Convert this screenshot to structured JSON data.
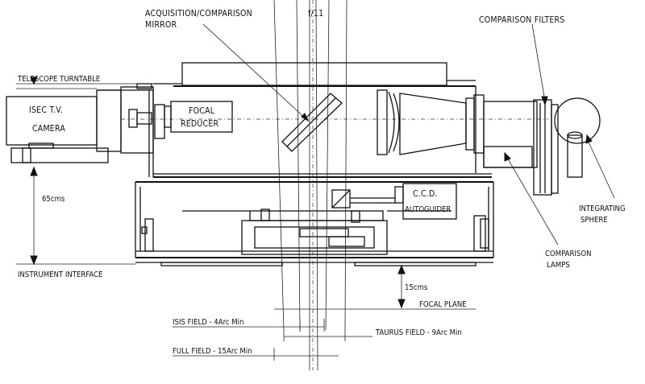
{
  "labels": {
    "acq_line1": "ACQUISITION/COMPARISON",
    "acq_line2": "MIRROR",
    "f_number": "f/11",
    "comparison_filters": "COMPARISON FILTERS",
    "telescope_turntable": "TELESCOPE TURNTABLE",
    "isec_line1": "ISEC  T.V.",
    "isec_line2": "CAMERA",
    "focal_line1": "FOCAL",
    "focal_line2": "REDUCER",
    "ccd": "C.C.D.",
    "autoguider": "AUTOGUIDER",
    "integrating_line1": "INTEGRATING",
    "integrating_line2": "SPHERE",
    "dim_65": "65cms",
    "instrument_interface": "INSTRUMENT INTERFACE",
    "comparison_line1": "COMPARISON",
    "comparison_line2": "LAMPS",
    "dim_15": "15cms",
    "focal_plane": "FOCAL PLANE",
    "isis_field": "ISIS FIELD - 4Arc Min",
    "taurus_field": "TAURUS FIELD - 9Arc Min",
    "full_field": "FULL FIELD - 15Arc Min"
  }
}
